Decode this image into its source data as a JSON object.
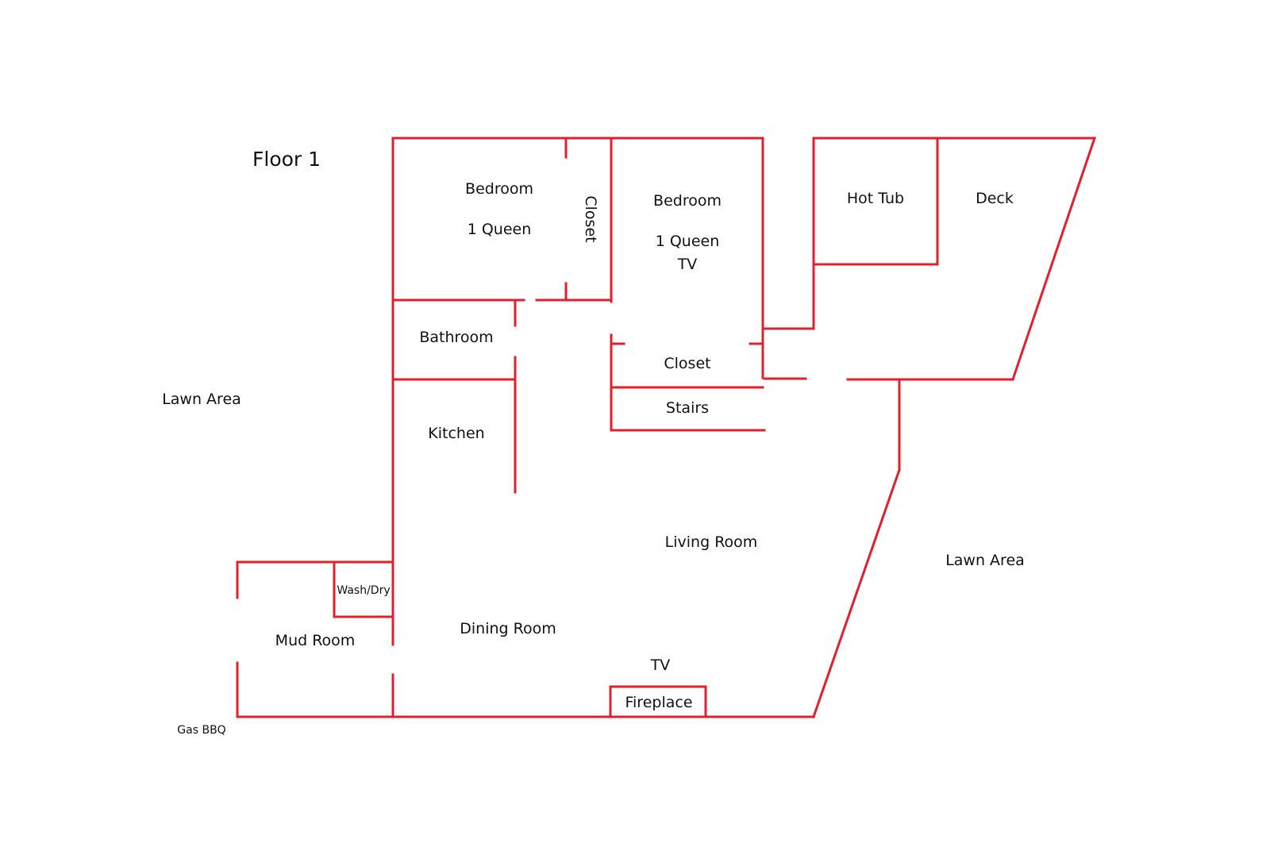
{
  "title": "Floor 1",
  "colors": {
    "wall": "#e0202a",
    "text": "#111111",
    "background": "#ffffff"
  },
  "labels": {
    "bedroom1": "Bedroom",
    "bedroom1_bed": "1 Queen",
    "closet1": "Closet",
    "bedroom2": "Bedroom",
    "bedroom2_bed": "1 Queen",
    "bedroom2_tv": "TV",
    "hot_tub": "Hot Tub",
    "deck": "Deck",
    "bathroom": "Bathroom",
    "closet2": "Closet",
    "stairs": "Stairs",
    "kitchen": "Kitchen",
    "living_room": "Living Room",
    "lawn_left": "Lawn Area",
    "lawn_right": "Lawn Area",
    "wash_dry": "Wash/Dry",
    "mud_room": "Mud Room",
    "dining_room": "Dining Room",
    "tv": "TV",
    "fireplace": "Fireplace",
    "gas_bbq": "Gas BBQ"
  }
}
